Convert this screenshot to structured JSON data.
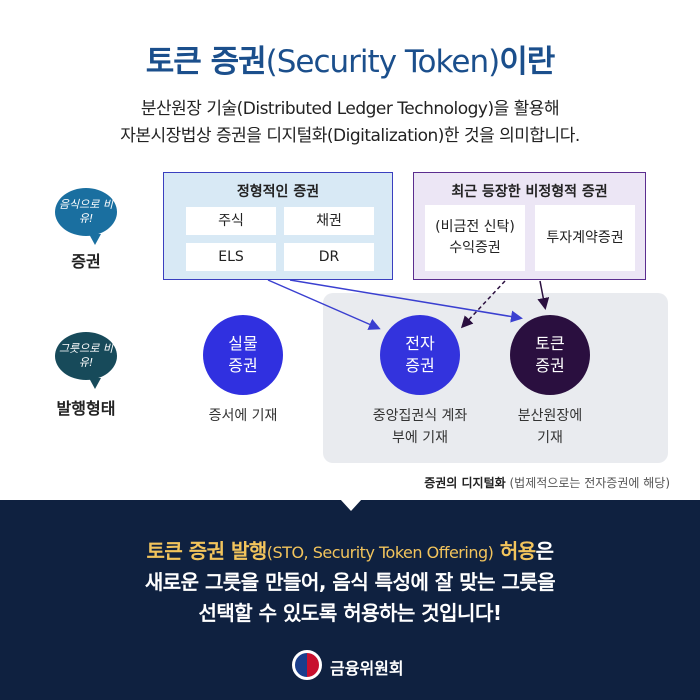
{
  "title": {
    "main": "토큰 증권",
    "paren": "(Security Token)",
    "tail": "이란"
  },
  "subtitle": [
    "분산원장 기술(Distributed Ledger Technology)을 활용해",
    "자본시장법상 증권을 디지털화(Digitalization)한 것을 의미합니다."
  ],
  "left": [
    {
      "bubble": "음식으로 비유!",
      "label": "증권",
      "color": "#1a6fa0"
    },
    {
      "bubble": "그릇으로 비유!",
      "label": "발행형태",
      "color": "#174a5a"
    }
  ],
  "formal": {
    "title": "정형적인 증권",
    "items": [
      "주식",
      "채권",
      "ELS",
      "DR"
    ]
  },
  "informal": {
    "title": "최근 등장한 비정형적 증권",
    "items": [
      "(비금전 신탁) 수익증권",
      "투자계약증권"
    ]
  },
  "forms": [
    {
      "name": "실물 증권",
      "caption": "증서에 기재",
      "color": "#3030e0"
    },
    {
      "name": "전자 증권",
      "caption": "중앙집권식 계좌부에 기재",
      "color": "#3333dd"
    },
    {
      "name": "토큰 증권",
      "caption": "분산원장에 기재",
      "color": "#2a0f3f"
    }
  ],
  "note": {
    "bold": "증권의 디지털화",
    "light": "(법제적으로는 전자증권에 해당)"
  },
  "bottom": {
    "l1a": "토큰 증권 발행",
    "l1b": "(STO, Security Token Offering)",
    "l1c": "허용",
    "l1d": "은",
    "l2": "새로운 그릇을 만들어, 음식 특성에 잘 맞는 그릇을",
    "l3": "선택할 수 있도록 허용하는 것입니다!",
    "logo": "금융위원회"
  }
}
